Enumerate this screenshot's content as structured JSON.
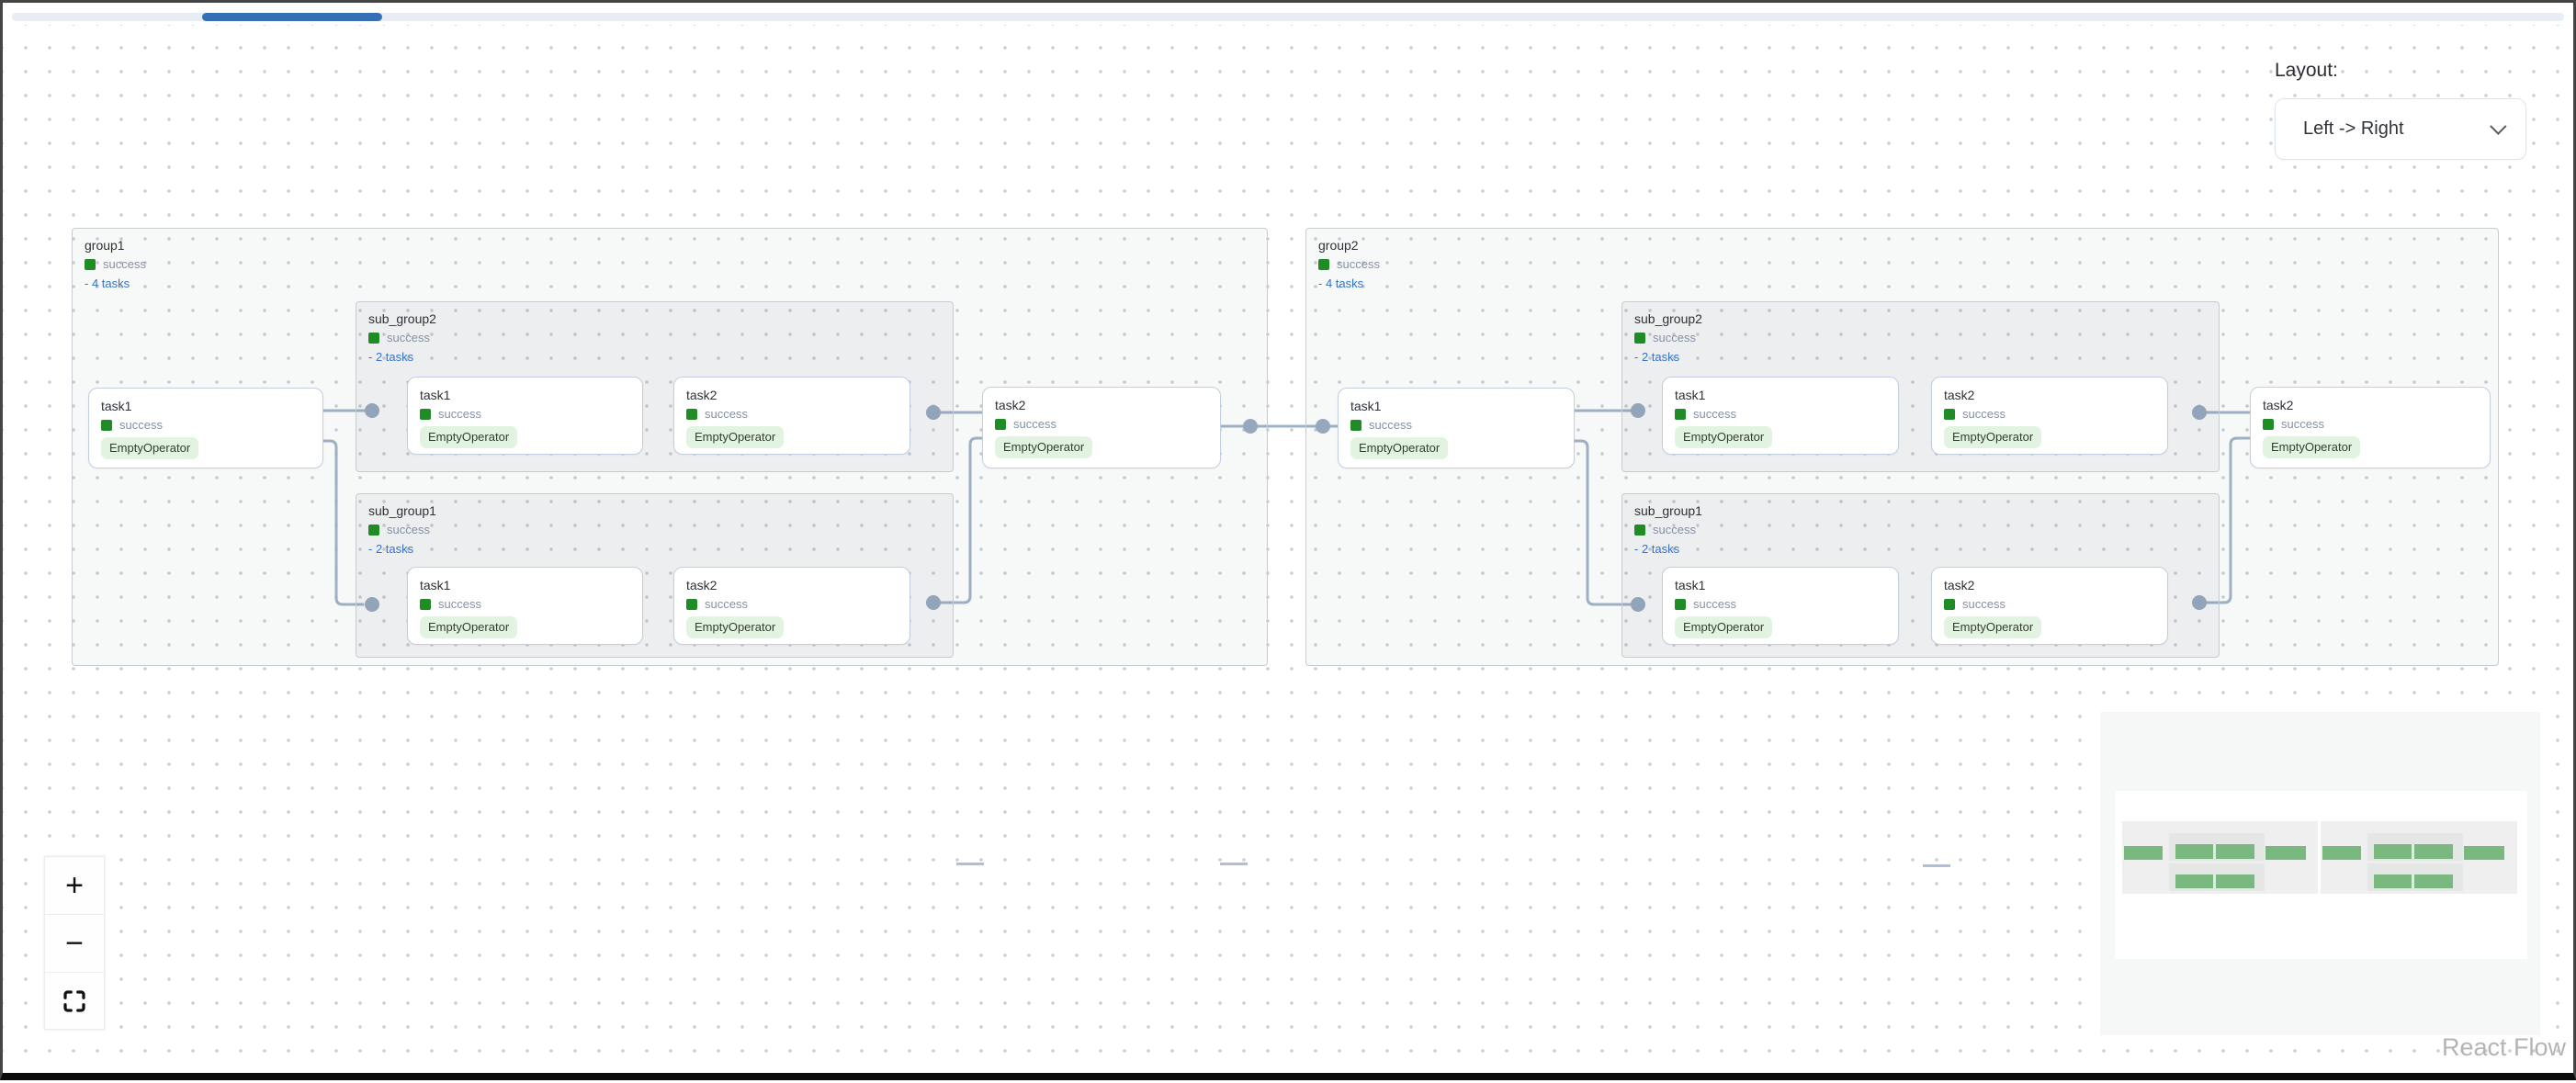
{
  "toolbar": {
    "layout_label": "Layout:",
    "layout_value": "Left -> Right"
  },
  "groups": [
    {
      "name": "group1",
      "status": "success",
      "tasks_link": "- 4 tasks",
      "task_in": {
        "name": "task1",
        "status": "success",
        "operator": "EmptyOperator"
      },
      "subgroups": [
        {
          "name": "sub_group2",
          "status": "success",
          "tasks_link": "- 2 tasks",
          "tasks": [
            {
              "name": "task1",
              "status": "success",
              "operator": "EmptyOperator"
            },
            {
              "name": "task2",
              "status": "success",
              "operator": "EmptyOperator"
            }
          ]
        },
        {
          "name": "sub_group1",
          "status": "success",
          "tasks_link": "- 2 tasks",
          "tasks": [
            {
              "name": "task1",
              "status": "success",
              "operator": "EmptyOperator"
            },
            {
              "name": "task2",
              "status": "success",
              "operator": "EmptyOperator"
            }
          ]
        }
      ],
      "task_out": {
        "name": "task2",
        "status": "success",
        "operator": "EmptyOperator"
      }
    },
    {
      "name": "group2",
      "status": "success",
      "tasks_link": "- 4 tasks",
      "task_in": {
        "name": "task1",
        "status": "success",
        "operator": "EmptyOperator"
      },
      "subgroups": [
        {
          "name": "sub_group2",
          "status": "success",
          "tasks_link": "- 2 tasks",
          "tasks": [
            {
              "name": "task1",
              "status": "success",
              "operator": "EmptyOperator"
            },
            {
              "name": "task2",
              "status": "success",
              "operator": "EmptyOperator"
            }
          ]
        },
        {
          "name": "sub_group1",
          "status": "success",
          "tasks_link": "- 2 tasks",
          "tasks": [
            {
              "name": "task1",
              "status": "success",
              "operator": "EmptyOperator"
            },
            {
              "name": "task2",
              "status": "success",
              "operator": "EmptyOperator"
            }
          ]
        }
      ],
      "task_out": {
        "name": "task2",
        "status": "success",
        "operator": "EmptyOperator"
      }
    }
  ],
  "controls": {
    "zoom_in": "+",
    "zoom_out": "−"
  },
  "attribution": "React Flow",
  "colors": {
    "success_green": "#1f8c25",
    "operator_pill_bg": "#e3f3e1",
    "link_blue": "#3572cc",
    "edge_gray_blue": "#9fb2c7",
    "scrollbar_thumb_blue": "#366fb4",
    "minimap_task_green": "#79b97f"
  }
}
